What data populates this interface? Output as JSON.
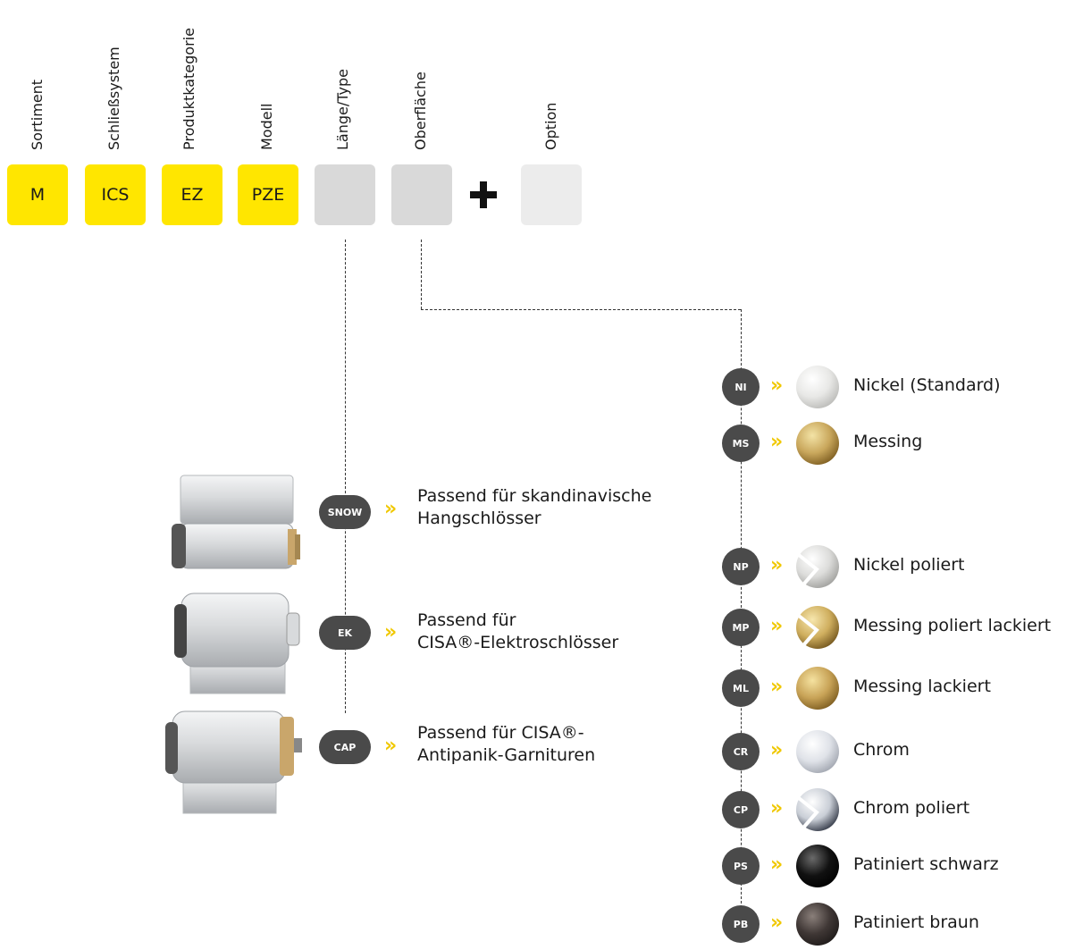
{
  "headers": {
    "sortiment": "Sortiment",
    "schliesssystem": "Schließsystem",
    "produktkategorie": "Produktkategorie",
    "modell": "Modell",
    "laenge_type": "Länge/Type",
    "oberflaeche": "Oberfläche",
    "option": "Option"
  },
  "codes": {
    "sortiment": "M",
    "schliesssystem": "ICS",
    "produktkategorie": "EZ",
    "modell": "PZE",
    "laenge_type": "",
    "oberflaeche": "",
    "option": ""
  },
  "colors": {
    "accent_yellow": "#ffe600",
    "chevron_yellow": "#f0c800",
    "badge_gray": "#4a4a4a",
    "empty_box": "#d9d9d9",
    "option_box": "#ececec"
  },
  "types": [
    {
      "code": "SNOW",
      "line1": "Passend für skandinavische",
      "line2": "Hangschlösser"
    },
    {
      "code": "EK",
      "line1": "Passend für",
      "line2": "CISA®-Elektroschlösser"
    },
    {
      "code": "CAP",
      "line1": "Passend für CISA®-",
      "line2": "Antipanik-Garnituren"
    }
  ],
  "finishes": [
    {
      "code": "NI",
      "label": "Nickel (Standard)"
    },
    {
      "code": "MS",
      "label": "Messing"
    },
    {
      "code": "NP",
      "label": "Nickel poliert"
    },
    {
      "code": "MP",
      "label": "Messing poliert lackiert"
    },
    {
      "code": "ML",
      "label": "Messing lackiert"
    },
    {
      "code": "CR",
      "label": "Chrom"
    },
    {
      "code": "CP",
      "label": "Chrom poliert"
    },
    {
      "code": "PS",
      "label": "Patiniert schwarz"
    },
    {
      "code": "PB",
      "label": "Patiniert braun"
    }
  ],
  "chevron": "»"
}
